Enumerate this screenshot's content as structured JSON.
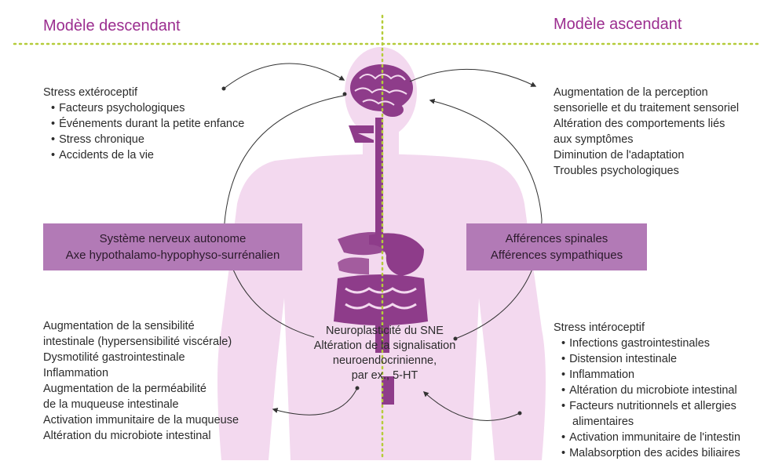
{
  "titles": {
    "left": "Modèle descendant",
    "right": "Modèle ascendant"
  },
  "top_left": {
    "heading": "Stress extéroceptif",
    "items": [
      "Facteurs psychologiques",
      "Événements durant la petite enfance",
      "Stress chronique",
      "Accidents de la vie"
    ]
  },
  "top_right": {
    "lines": [
      "Augmentation de la perception",
      "sensorielle et du traitement sensoriel",
      "Altération des comportements liés",
      "aux symptômes",
      "Diminution de l'adaptation",
      "Troubles psychologiques"
    ]
  },
  "left_box": {
    "line1": "Système nerveux autonome",
    "line2": "Axe hypothalamo-hypophyso-surrénalien"
  },
  "right_box": {
    "line1": "Afférences spinales",
    "line2": "Afférences sympathiques"
  },
  "center": {
    "lines": [
      "Neuroplasticité du SNE",
      "Altération de la signalisation",
      "neuroendocrinienne,",
      "par ex., 5-HT"
    ]
  },
  "bottom_left": {
    "lines": [
      "Augmentation de la sensibilité",
      "intestinale (hypersensibilité viscérale)",
      "Dysmotilité gastrointestinale",
      "Inflammation",
      "Augmentation de la perméabilité",
      "de la muqueuse intestinale",
      "Activation immunitaire de la muqueuse",
      "Altération du microbiote intestinal"
    ]
  },
  "bottom_right": {
    "heading": "Stress intéroceptif",
    "items": [
      "Infections gastrointestinales",
      "Distension intestinale",
      "Inflammation",
      "Altération du microbiote intestinal",
      "Facteurs nutritionnels et allergies",
      "alimentaires",
      "Activation immunitaire de l'intestin",
      "Malabsorption des acides biliaires"
    ]
  },
  "colors": {
    "title": "#9b2d8f",
    "body_silhouette": "#f2d9ee",
    "organs": "#8e3c8a",
    "box": "#b27ab6",
    "dotted_line": "#b5cc3a"
  }
}
